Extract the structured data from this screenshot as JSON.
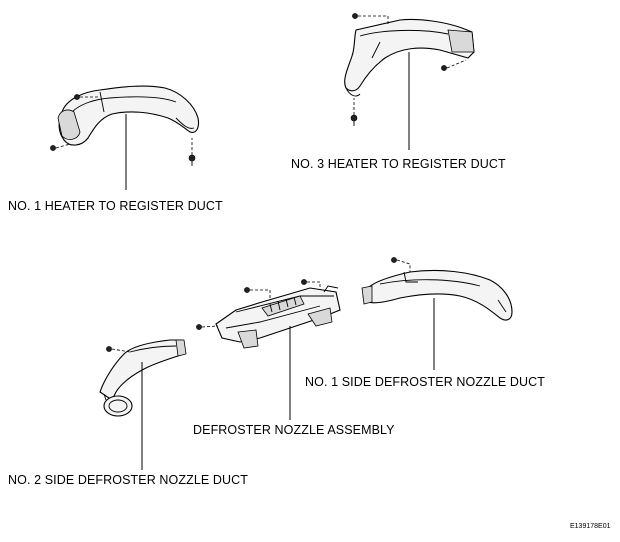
{
  "labels": {
    "no1_heater_duct": "NO. 1 HEATER TO REGISTER DUCT",
    "no3_heater_duct": "NO. 3 HEATER TO REGISTER DUCT",
    "no1_side_defroster": "NO. 1 SIDE DEFROSTER NOZZLE DUCT",
    "defroster_nozzle": "DEFROSTER NOZZLE ASSEMBLY",
    "no2_side_defroster": "NO. 2 SIDE DEFROSTER NOZZLE DUCT"
  },
  "figure_code": "E139178E01"
}
